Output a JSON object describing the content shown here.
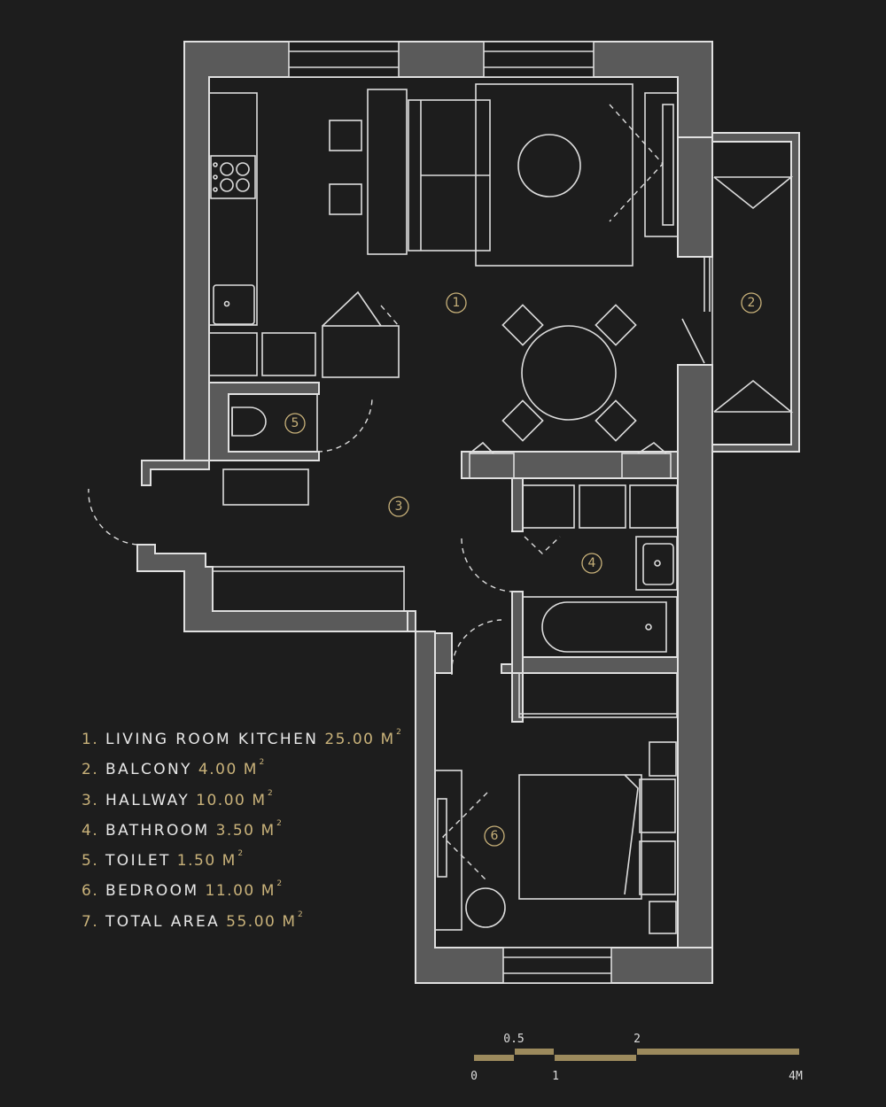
{
  "room_numbers": [
    "1",
    "2",
    "3",
    "4",
    "5",
    "6"
  ],
  "legend": [
    {
      "num": "1.",
      "name": "LIVING ROOM KITCHEN",
      "value": "25.00",
      "unit": "M",
      "sup": "2"
    },
    {
      "num": "2.",
      "name": "BALCONY",
      "value": "4.00",
      "unit": "M",
      "sup": "2"
    },
    {
      "num": "3.",
      "name": "HALLWAY",
      "value": "10.00",
      "unit": "M",
      "sup": "2"
    },
    {
      "num": "4.",
      "name": "BATHROOM",
      "value": "3.50",
      "unit": "M",
      "sup": "2"
    },
    {
      "num": "5.",
      "name": "TOILET",
      "value": "1.50",
      "unit": "M",
      "sup": "2"
    },
    {
      "num": "6.",
      "name": "BEDROOM",
      "value": "11.00",
      "unit": "M",
      "sup": "2"
    },
    {
      "num": "7.",
      "name": "TOTAL AREA",
      "value": "55.00",
      "unit": "M",
      "sup": "2"
    }
  ],
  "scale_bar": {
    "labels_top": [
      "0.5",
      "2"
    ],
    "labels_bottom": [
      "0",
      "1",
      "4M"
    ]
  },
  "colors": {
    "background": "#1d1d1d",
    "wall": "#5a5a5a",
    "line": "#dcdcdc",
    "accent": "#c9b27a",
    "scale": "#9c8a5d"
  }
}
